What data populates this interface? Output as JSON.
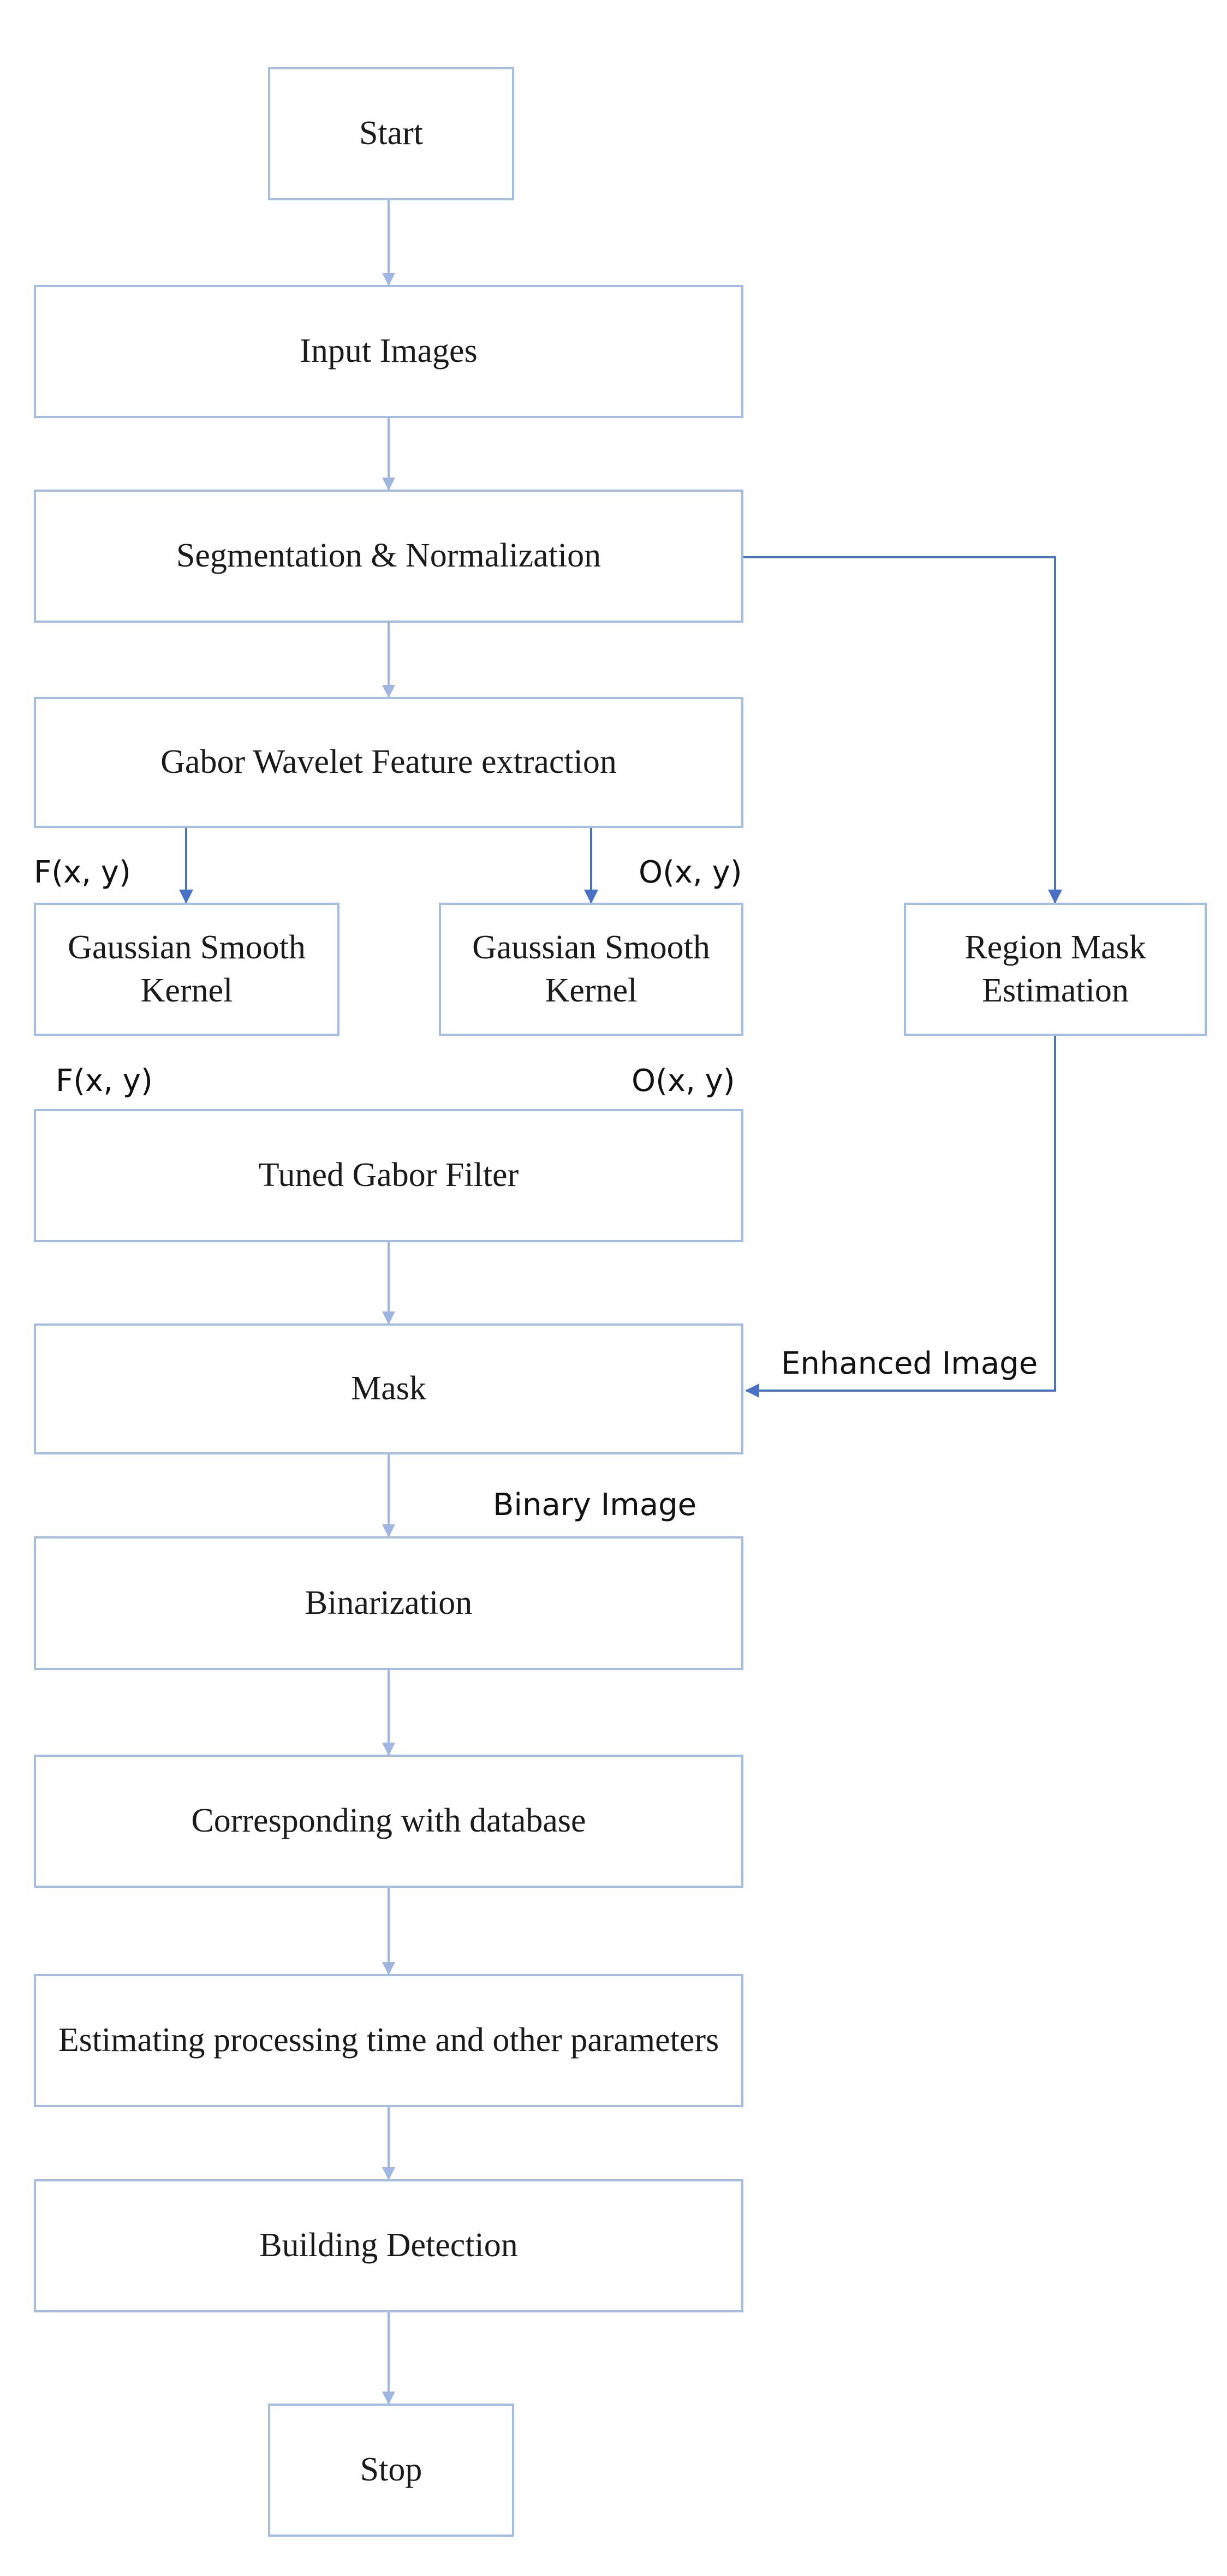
{
  "nodes": {
    "start": "Start",
    "input_images": "Input Images",
    "segmentation": "Segmentation & Normalization",
    "gabor_wavelet": "Gabor Wavelet Feature extraction",
    "gaussian_left": "Gaussian Smooth Kernel",
    "gaussian_right": "Gaussian Smooth Kernel",
    "region_mask": "Region Mask Estimation",
    "tuned_gabor": "Tuned Gabor Filter",
    "mask": "Mask",
    "binarization": "Binarization",
    "corresponding": "Corresponding with database",
    "estimating": "Estimating processing time and other parameters",
    "building_detection": "Building Detection",
    "stop": "Stop"
  },
  "edge_labels": {
    "f_top": "F(x, y)",
    "o_top": "O(x, y)",
    "f_bottom": "F(x, y)",
    "o_bottom": "O(x, y)",
    "enhanced_image": "Enhanced Image",
    "binary_image": "Binary Image"
  },
  "colors": {
    "box_border": "#a4bde3",
    "arrow_light": "#9fb7e0",
    "arrow_dark": "#4a72c4"
  }
}
